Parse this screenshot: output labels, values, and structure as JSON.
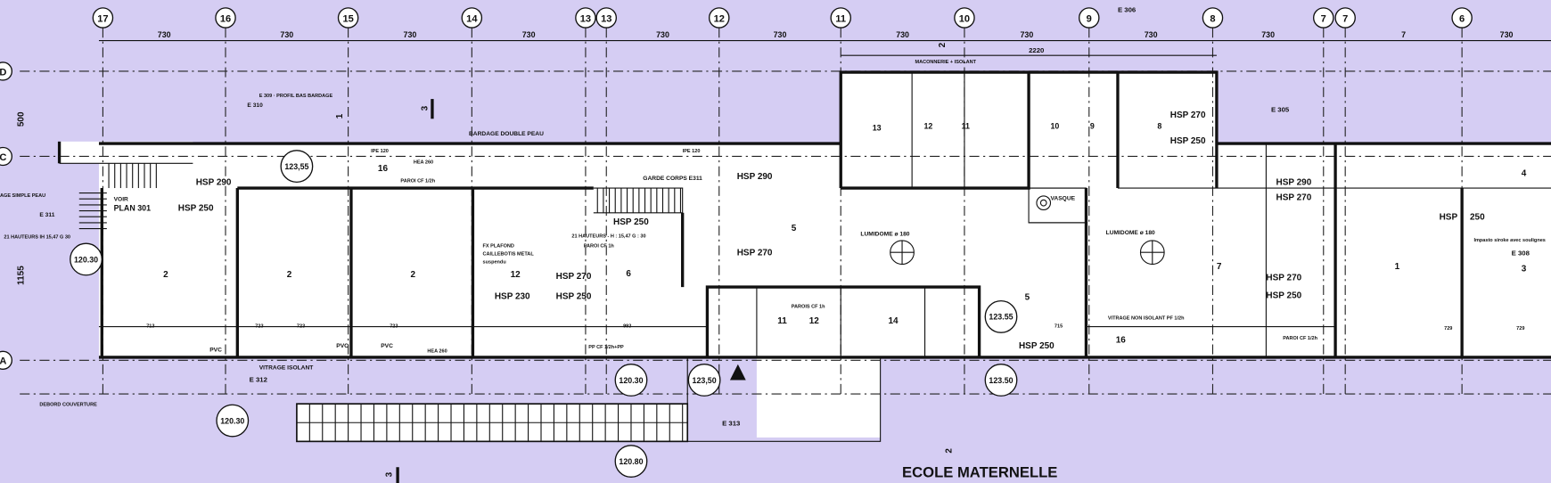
{
  "title": "ECOLE MATERNELLE",
  "colors": {
    "background": "#d5cdf3",
    "interior": "#ffffff",
    "lines": "#111111"
  },
  "grid_axes": [
    "17",
    "16",
    "15",
    "14",
    "13",
    "13",
    "12",
    "11",
    "10",
    "9",
    "8",
    "7",
    "7",
    "6"
  ],
  "grid_spacings": [
    "730",
    "730",
    "730",
    "730",
    "730",
    "730",
    "730",
    "730",
    "730",
    "730",
    "7",
    "730"
  ],
  "row_axes": [
    "D",
    "C",
    "A"
  ],
  "overall_dimension": "2220",
  "elevations": [
    "123,55",
    "120.30",
    "120.30",
    "123,50",
    "123.55",
    "123.50",
    "120.30",
    "120.80"
  ],
  "section_marks": [
    "3",
    "3",
    "2",
    "2",
    "1"
  ],
  "labels": [
    "HSP 290",
    "HSP 250",
    "VOIR",
    "PLAN 301",
    "2",
    "2",
    "2",
    "16",
    "12",
    "HSP 230",
    "HSP 270",
    "HSP 250",
    "6",
    "HSP 250",
    "HSP 290",
    "5",
    "HSP 270",
    "LUMIDOME ø 180",
    "11",
    "12",
    "14",
    "5",
    "HSP 250",
    "16",
    "LUMIDOME ø 180",
    "VASQUE",
    "7",
    "HSP 270",
    "HSP 250",
    "HSP 290",
    "HSP 270",
    "1",
    "HSP",
    "250",
    "3",
    "4",
    "E 308",
    "13",
    "12",
    "11",
    "10",
    "9",
    "8",
    "HSP 270",
    "HSP 250",
    "E 309 · PROFIL BAS BARDAGE",
    "E 310",
    "BARDAGE DOUBLE PEAU",
    "IPE 120",
    "IPE 120",
    "HEA 260",
    "PAROI CF 1/2h",
    "GARDE CORPS E311",
    "21 HAUTEURS - H : 15,47 G : 30",
    "21 HAUTEURS IH 15,47 G 30",
    "E 311",
    "AGE SIMPLE PEAU",
    "FX PLAFOND",
    "CAILLEBOTIS METAL",
    "suspendu",
    "PAROI CF 1h",
    "MACONNERIE + ISOLANT",
    "E 306",
    "E 305",
    "VITRAGE ISOLANT",
    "E 312",
    "DEBORD COUVERTURE",
    "E 313",
    "VITRAGE NON ISOLANT PF 1/2h",
    "PAROI CF 1/2h",
    "PAROIS CF 1h",
    "1155",
    "500",
    "723",
    "723",
    "723",
    "993",
    "715",
    "729",
    "729",
    "713",
    "PVC",
    "PVC",
    "PVC",
    "HEA 260",
    "PP CF 1/2h+PP",
    "Impasto siroke avec soulignes"
  ]
}
